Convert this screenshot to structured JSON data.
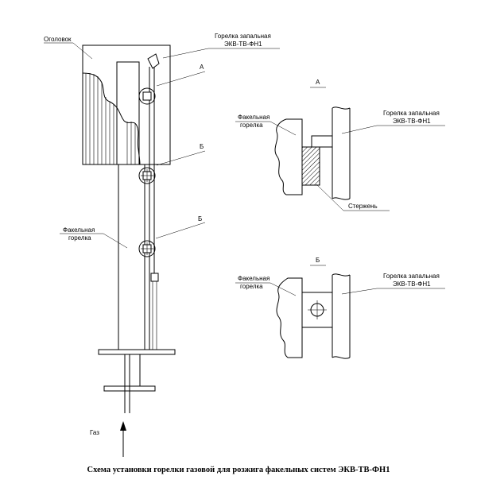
{
  "labels": {
    "ogolovok": "Оголовок",
    "pilot_main_l1": "Горелка запальная",
    "pilot_main_l2": "ЭКВ-ТВ-ФН1",
    "mark_a": "А",
    "mark_b1": "Б",
    "mark_b2": "Б",
    "flare_main_l1": "Факельная",
    "flare_main_l2": "горелка",
    "gas": "Газ"
  },
  "detail_a": {
    "title": "А",
    "flare_l1": "Факельная",
    "flare_l2": "горелка",
    "pilot_l1": "Горелка запальная",
    "pilot_l2": "ЭКВ-ТВ-ФН1",
    "rod": "Стержень"
  },
  "detail_b": {
    "title": "Б",
    "flare_l1": "Факельная",
    "flare_l2": "горелка",
    "pilot_l1": "Горелка запальная",
    "pilot_l2": "ЭКВ-ТВ-ФН1"
  },
  "caption": "Схема установки горелки газовой для розжига факельных систем ЭКВ-ТВ-ФН1"
}
